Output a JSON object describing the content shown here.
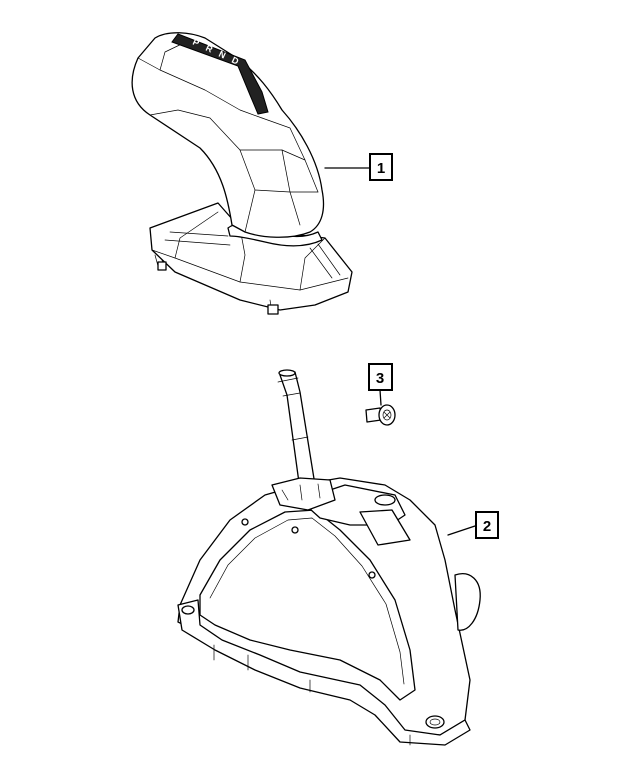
{
  "callouts": [
    {
      "id": "1",
      "label": "1"
    },
    {
      "id": "2",
      "label": "2"
    },
    {
      "id": "3",
      "label": "3"
    }
  ],
  "knob": {
    "gear_letters": [
      "P",
      "R",
      "N",
      "D"
    ]
  }
}
